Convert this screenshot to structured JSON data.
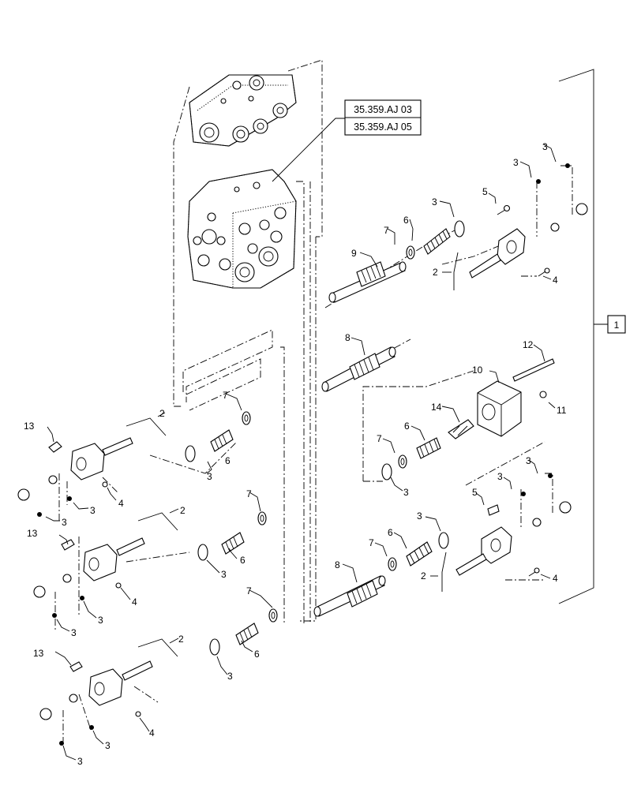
{
  "refs": [
    "35.359.AJ 03",
    "35.359.AJ 05"
  ],
  "assembly_callout": "1",
  "callouts": {
    "c2": "2",
    "c3": "3",
    "c4": "4",
    "c5": "5",
    "c6": "6",
    "c7": "7",
    "c8": "8",
    "c9": "9",
    "c10": "10",
    "c11": "11",
    "c12": "12",
    "c13": "13",
    "c14": "14"
  }
}
